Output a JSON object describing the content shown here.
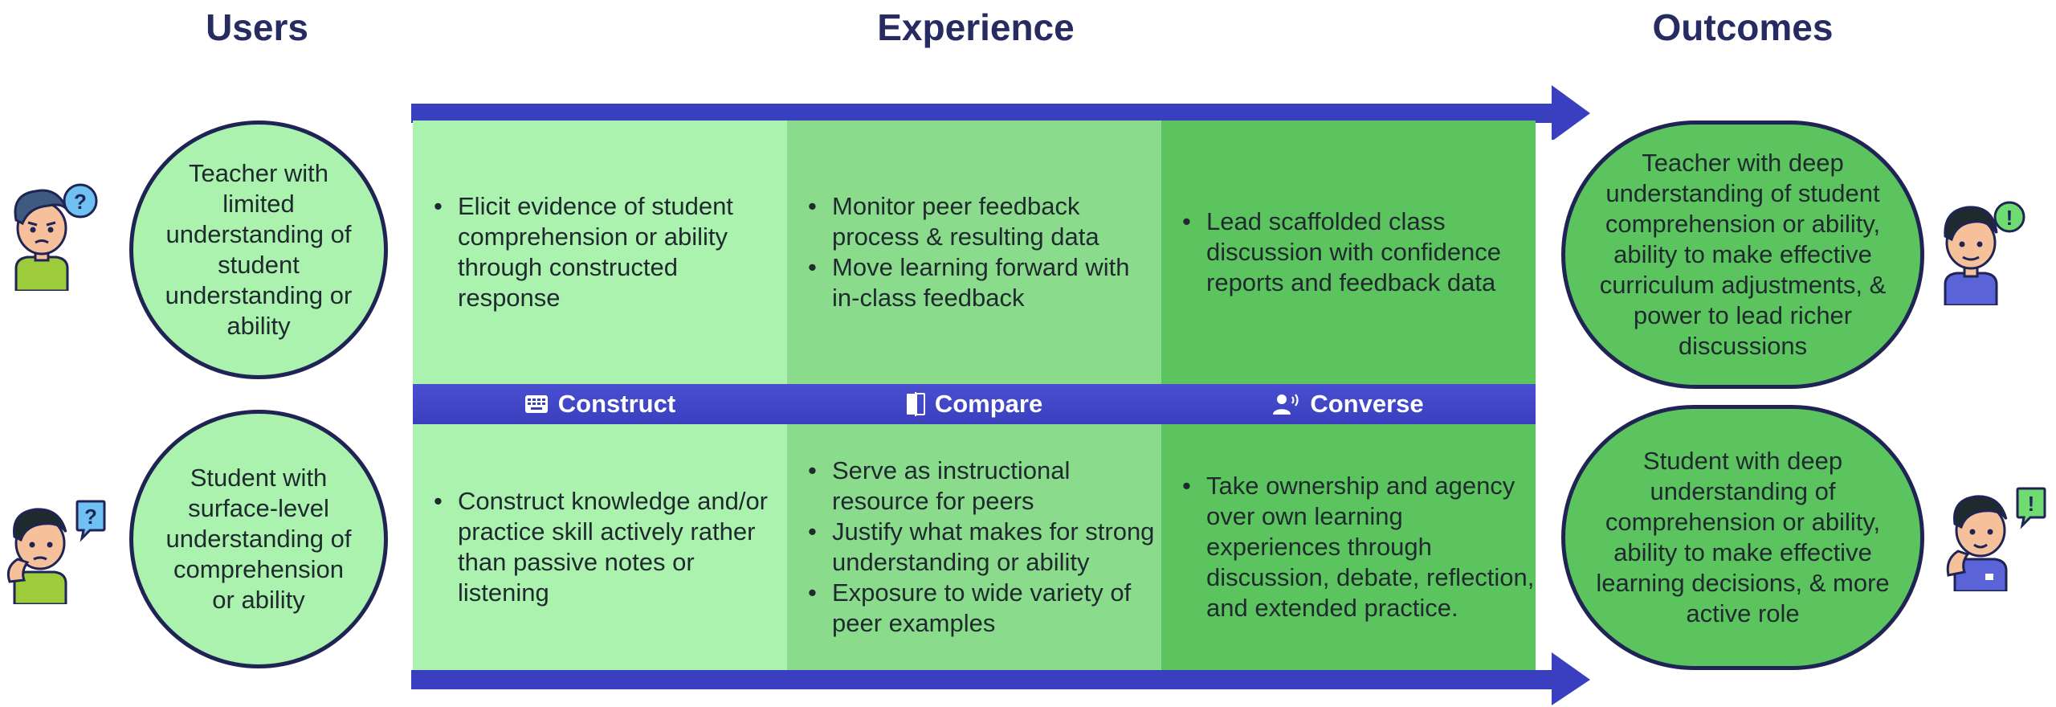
{
  "headers": {
    "users": "Users",
    "experience": "Experience",
    "outcomes": "Outcomes"
  },
  "users": {
    "teacher": "Teacher with limited understanding of student understanding or ability",
    "student": "Student with surface-level understanding of comprehension or ability"
  },
  "outcomes": {
    "teacher": "Teacher with deep understanding of student comprehension or ability, ability to make effective curriculum adjustments, & power to lead richer discussions",
    "student": "Student with deep understanding of comprehension or ability, ability to make effective learning decisions, & more active role"
  },
  "phases": [
    {
      "label": "Construct",
      "icon": "keyboard-icon"
    },
    {
      "label": "Compare",
      "icon": "compare-icon"
    },
    {
      "label": "Converse",
      "icon": "speaking-person-icon"
    }
  ],
  "teacher_row": [
    [
      "Elicit evidence of student comprehension or ability through constructed response"
    ],
    [
      "Monitor peer feedback process & resulting data",
      "Move learning forward with in-class feedback"
    ],
    [
      "Lead scaffolded class discussion with confidence reports and feedback data"
    ]
  ],
  "student_row": [
    [
      "Construct knowledge and/or practice skill actively rather than passive notes or listening"
    ],
    [
      "Serve as instructional resource for peers",
      "Justify what makes for strong understanding or ability",
      "Exposure to wide variety of peer examples"
    ],
    [
      "Take ownership and agency over own learning experiences through discussion, debate, reflection, and extended practice."
    ]
  ],
  "avatar_badges": {
    "question": "?",
    "exclaim": "!"
  },
  "colors": {
    "header_text": "#262b61",
    "arrow": "#3a3fbf",
    "col1": "#aaf2ad",
    "col2": "#8adb8c",
    "col3": "#5cc45e",
    "outline": "#1f2455"
  }
}
